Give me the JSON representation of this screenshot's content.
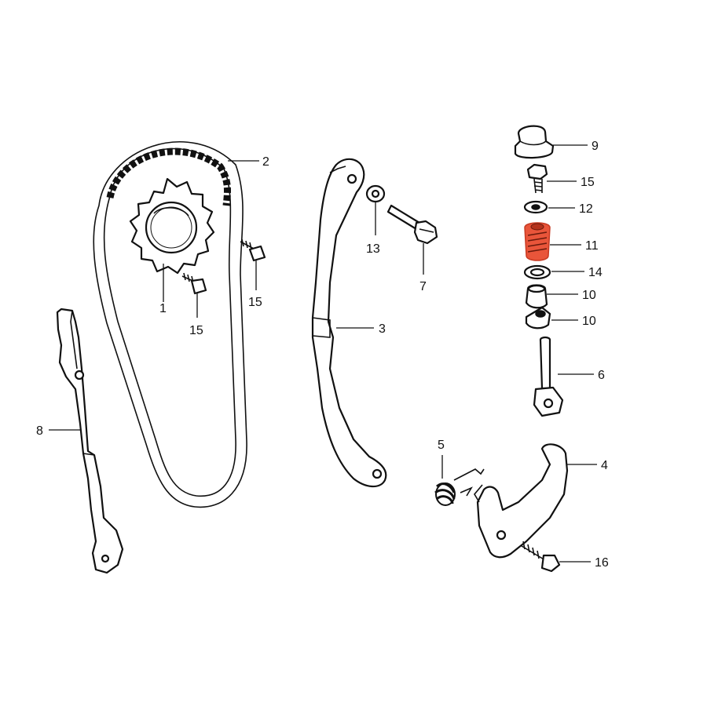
{
  "colors": {
    "ink": "#111111",
    "highlight": "#e9553a",
    "background": "#ffffff"
  },
  "highlighted_part": "11",
  "callouts": {
    "p1": "1",
    "p2": "2",
    "p3": "3",
    "p4": "4",
    "p5": "5",
    "p6": "6",
    "p7": "7",
    "p8": "8",
    "p9": "9",
    "p10a": "10",
    "p10b": "10",
    "p11": "11",
    "p12": "12",
    "p13": "13",
    "p14": "14",
    "p15a": "15",
    "p15b": "15",
    "p15c": "15",
    "p16": "16"
  }
}
